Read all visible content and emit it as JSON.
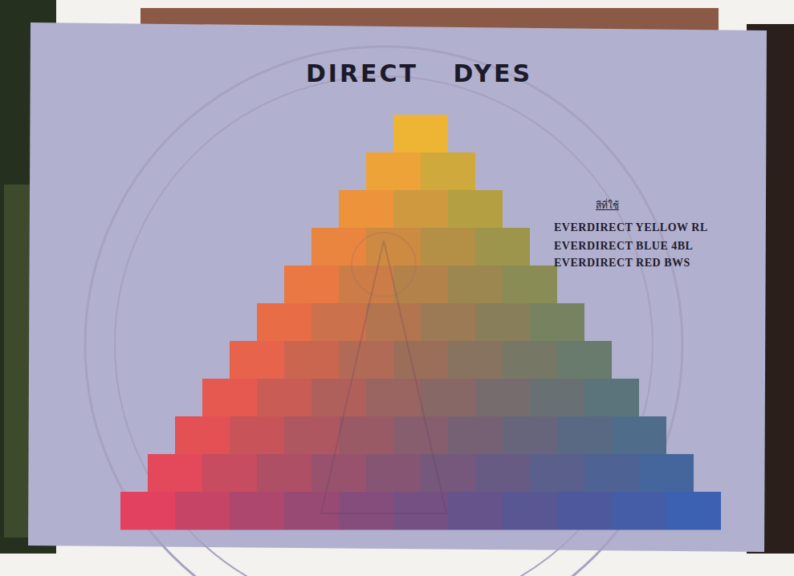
{
  "diagram": {
    "title": "DIRECT DYES",
    "labels": [
      "สีที่ใช้",
      "EVERDIRECT YELLOW RL",
      "EVERDIRECT BLUE 4BL",
      "EVERDIRECT RED BWS"
    ]
  }
}
